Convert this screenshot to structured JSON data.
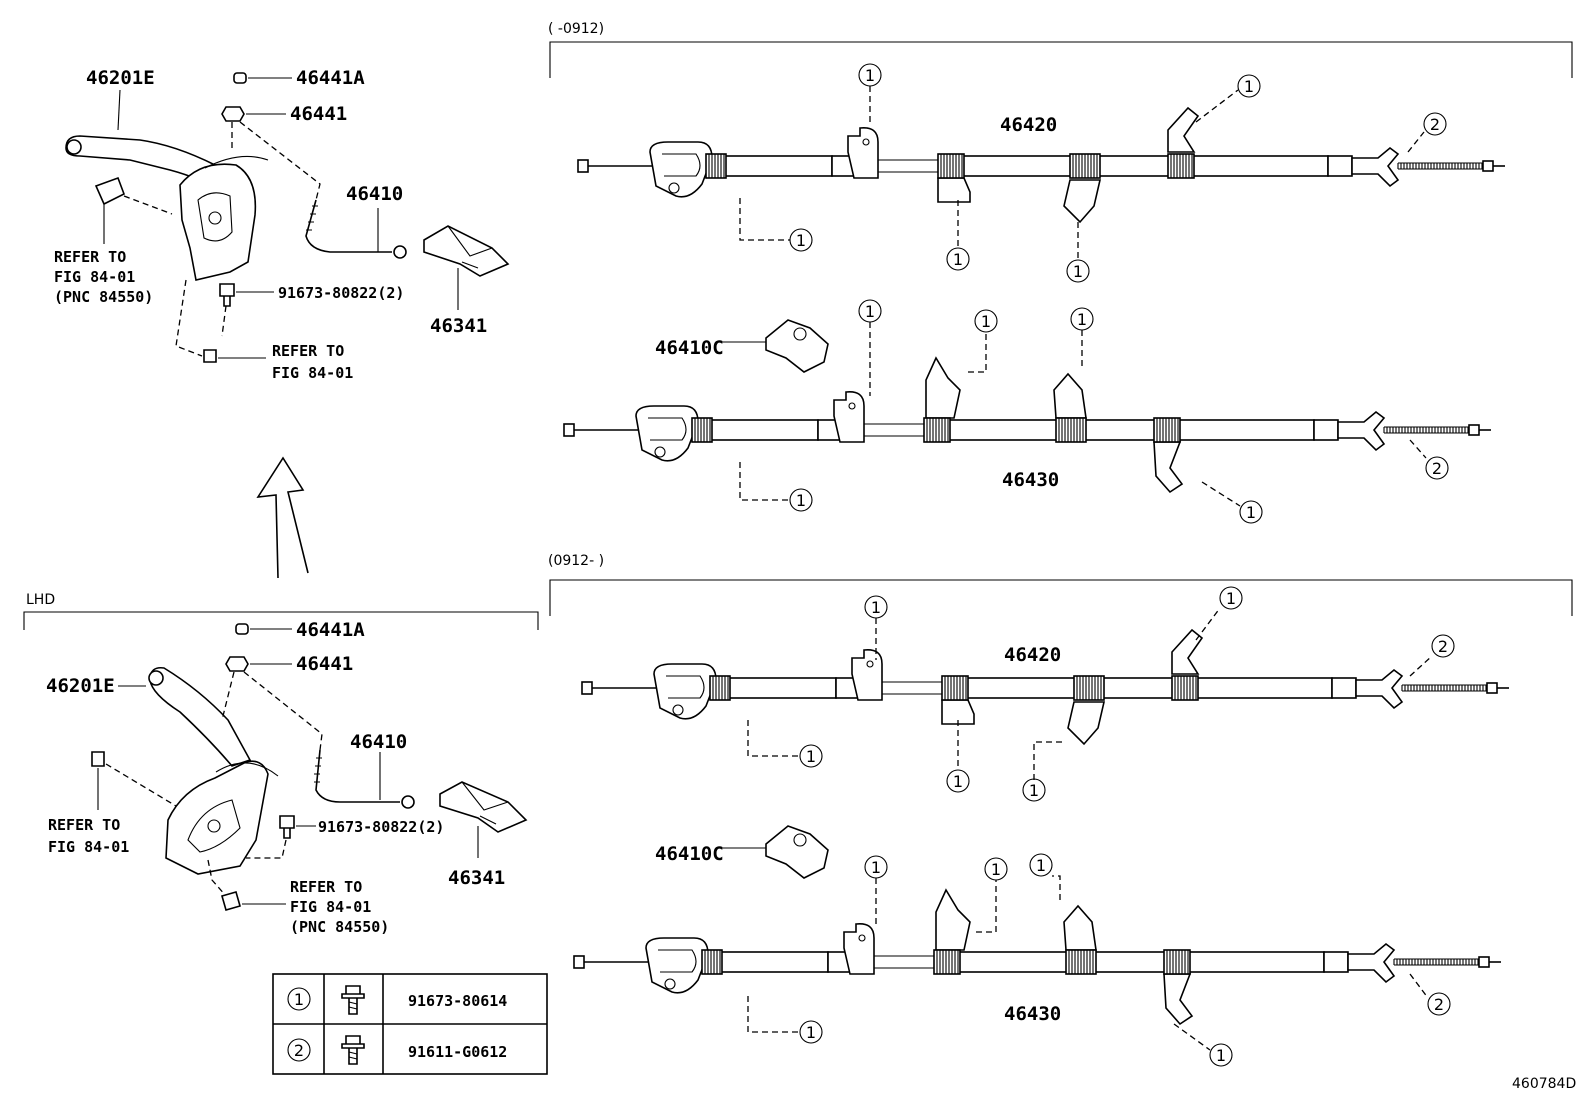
{
  "diagram_id": "460784D",
  "sections": {
    "top_range": "(      -0912)",
    "bottom_range": "(0912-      )",
    "lhd": "LHD"
  },
  "upper_lever": {
    "lever": "46201E",
    "nut_a": "46441A",
    "nut": "46441",
    "cable": "46410",
    "bolt": "91673-80822(2)",
    "cover": "46341",
    "refer1_l1": "REFER TO",
    "refer1_l2": "FIG 84-01",
    "refer1_l3": "(PNC 84550)",
    "refer2_l1": "REFER TO",
    "refer2_l2": "FIG 84-01"
  },
  "lower_lever": {
    "lever": "46201E",
    "nut_a": "46441A",
    "nut": "46441",
    "cable": "46410",
    "bolt": "91673-80822(2)",
    "cover": "46341",
    "refer1_l1": "REFER TO",
    "refer1_l2": "FIG 84-01",
    "refer2_l1": "REFER TO",
    "refer2_l2": "FIG 84-01",
    "refer2_l3": "(PNC 84550)"
  },
  "cables": {
    "a1": "46420",
    "a2": "46430",
    "a2_clip": "46410C",
    "b1": "46420",
    "b2": "46430",
    "b2_clip": "46410C"
  },
  "callouts": {
    "one": "1",
    "two": "2"
  },
  "legend": [
    {
      "mark": "1",
      "part_no": "91673-80614"
    },
    {
      "mark": "2",
      "part_no": "91611-G0612"
    }
  ]
}
